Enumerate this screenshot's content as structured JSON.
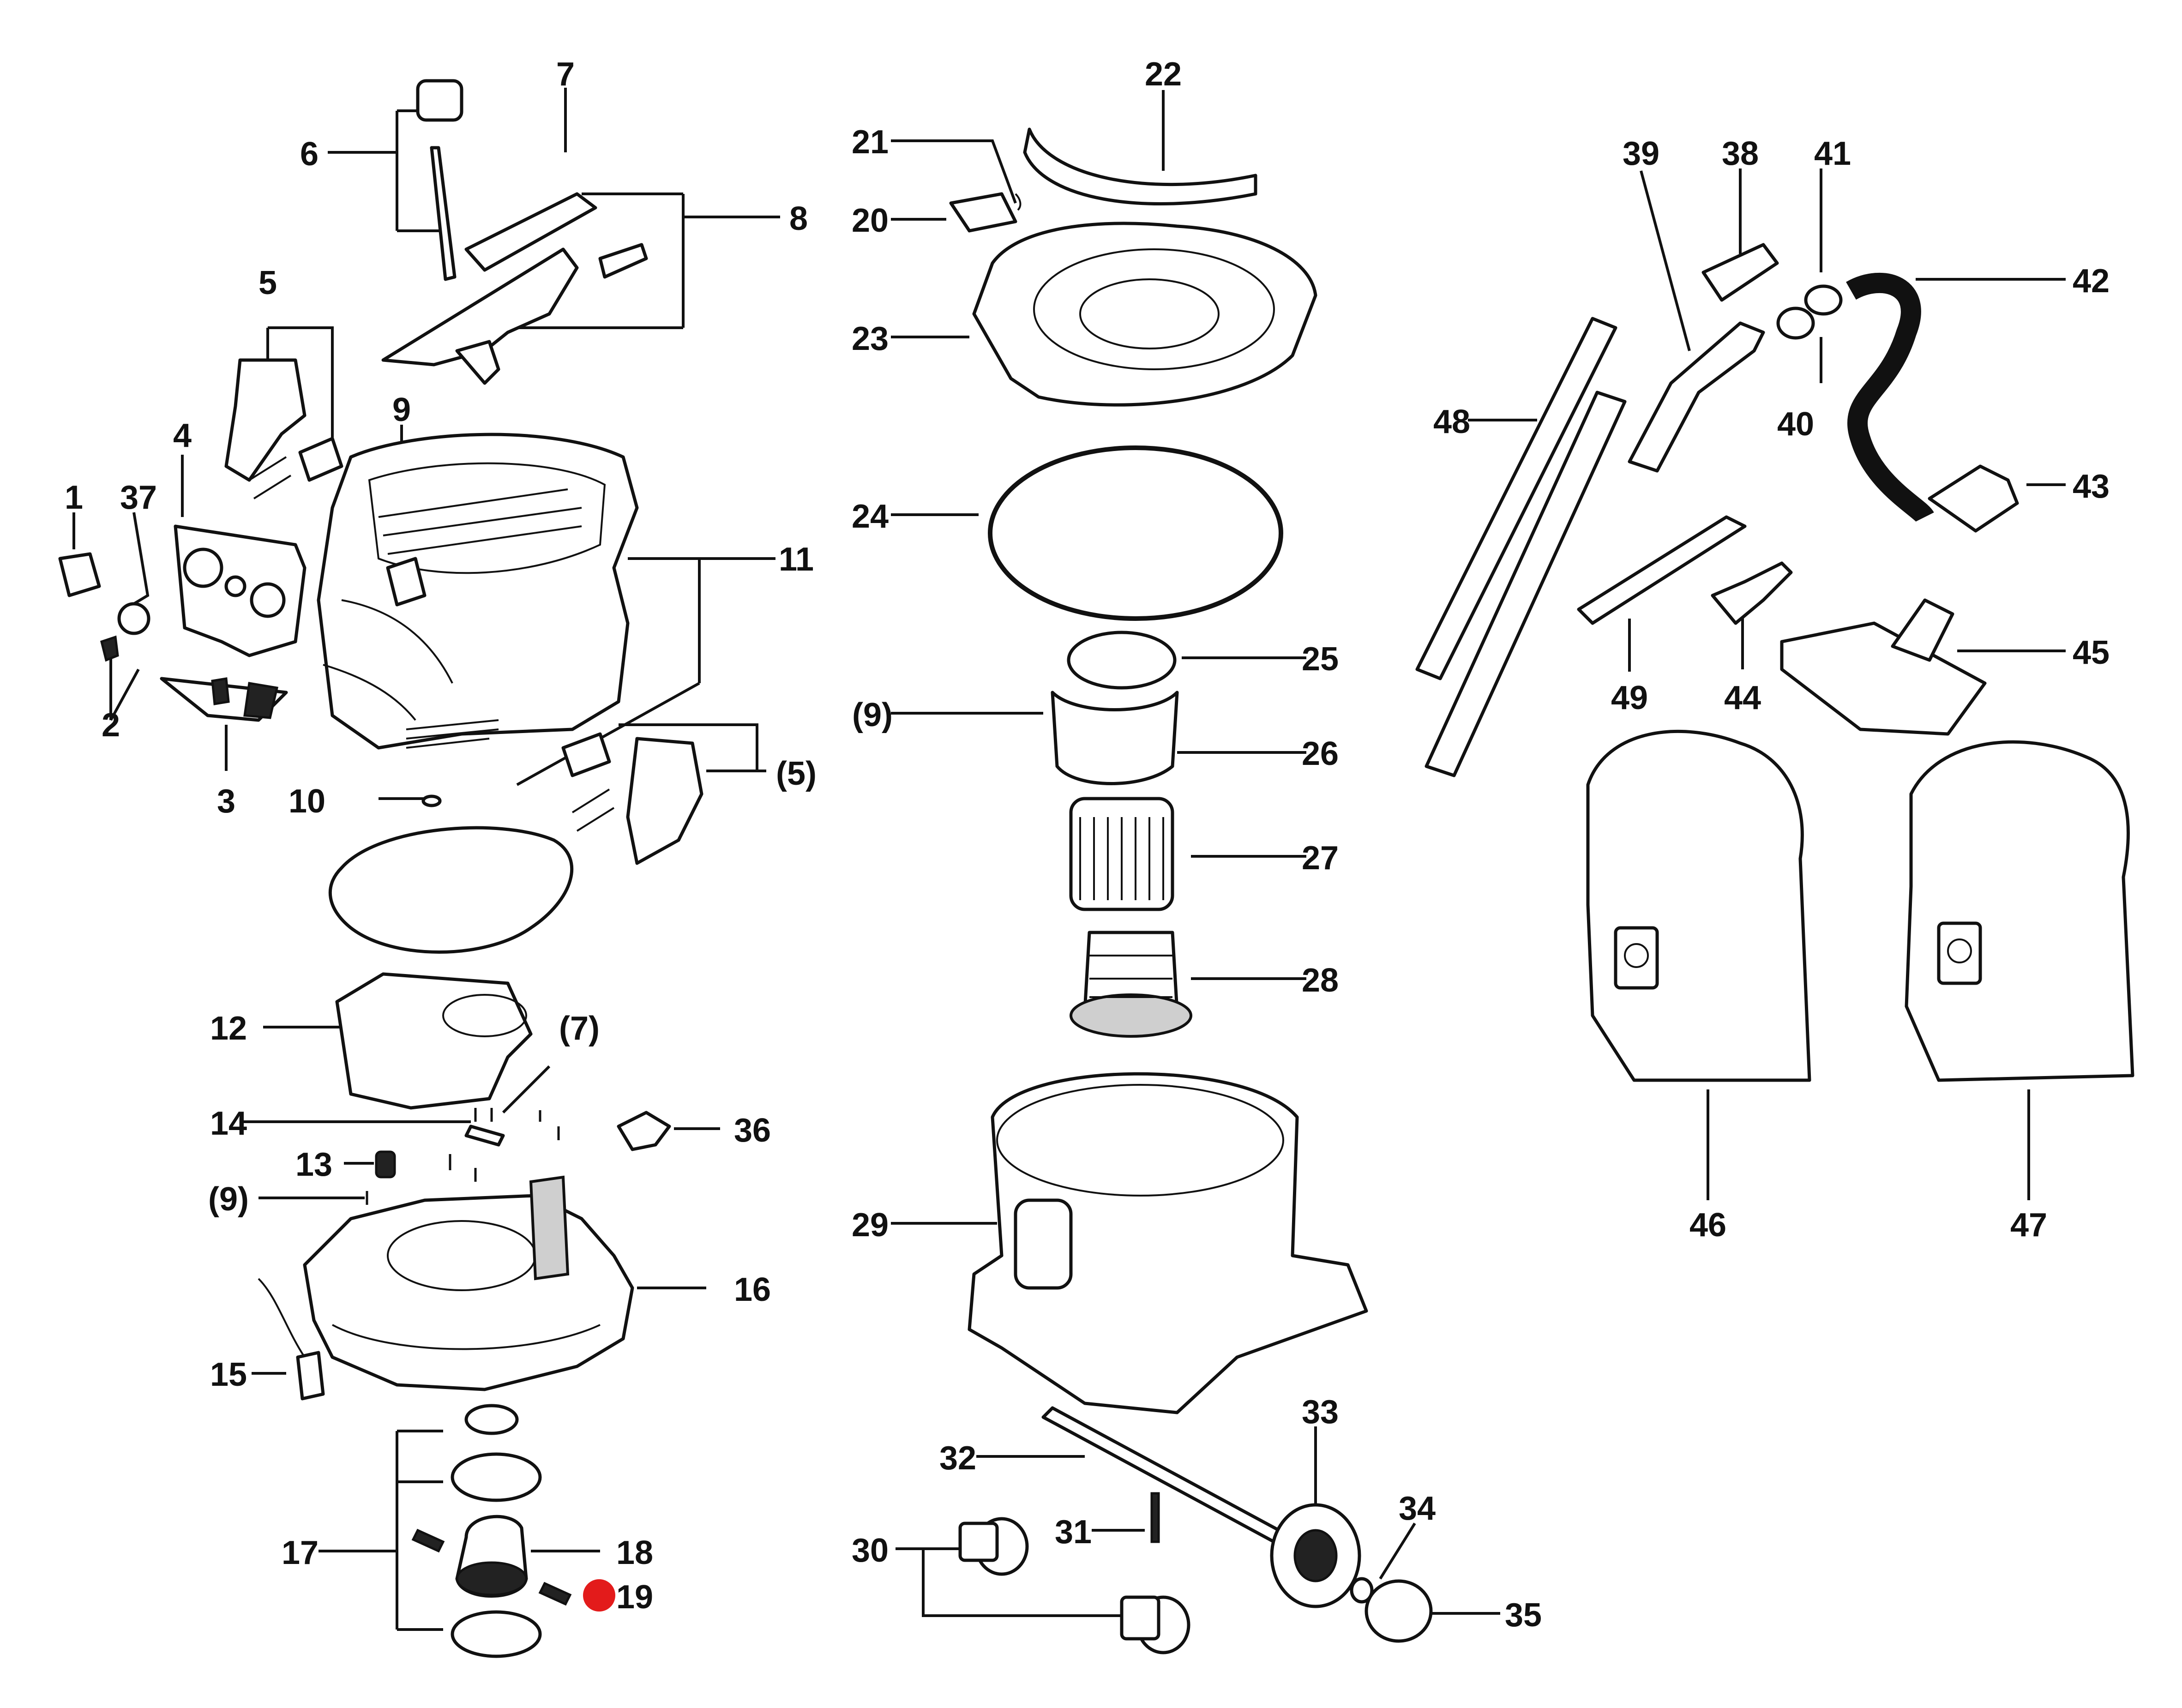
{
  "labels": {
    "l1": "1",
    "l2": "2",
    "l3": "3",
    "l4": "4",
    "l5": "5",
    "l5b": "(5)",
    "l6": "6",
    "l7": "7",
    "l7b": "(7)",
    "l8": "8",
    "l9": "9",
    "l9b": "(9)",
    "l9c": "(9)",
    "l10": "10",
    "l11": "11",
    "l12": "12",
    "l13": "13",
    "l14": "14",
    "l15": "15",
    "l16": "16",
    "l17": "17",
    "l18": "18",
    "l19": "19",
    "l20": "20",
    "l21": "21",
    "l22": "22",
    "l23": "23",
    "l24": "24",
    "l25": "25",
    "l26": "26",
    "l27": "27",
    "l28": "28",
    "l29": "29",
    "l30": "30",
    "l31": "31",
    "l32": "32",
    "l33": "33",
    "l34": "34",
    "l35": "35",
    "l36": "36",
    "l37": "37",
    "l38": "38",
    "l39": "39",
    "l40": "40",
    "l41": "41",
    "l42": "42",
    "l43": "43",
    "l44": "44",
    "l45": "45",
    "l46": "46",
    "l47": "47",
    "l48": "48",
    "l49": "49"
  },
  "highlight": {
    "part": "19",
    "color": "#e31b1b"
  }
}
